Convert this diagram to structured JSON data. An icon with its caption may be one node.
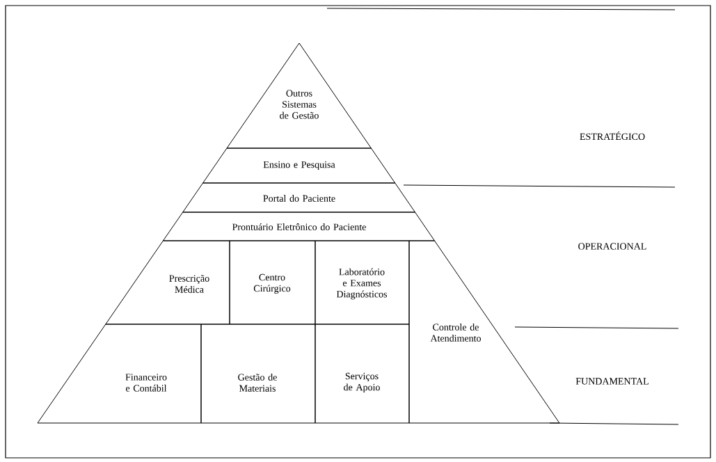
{
  "diagram": {
    "nodes": [
      {
        "text": [
          "Outros Sistemas de Gestão"
        ]
      },
      {
        "text": [
          "Ensino e Pesquisa"
        ]
      },
      {
        "text": [
          "Portal do Paciente"
        ]
      },
      {
        "text": [
          "Prontuário Eletrônico do Paciente"
        ]
      },
      {
        "text": [
          "Prescrição Médica"
        ]
      },
      {
        "text": [
          "Centro Cirúrgico"
        ]
      },
      {
        "text": [
          "Laboratório e Exames Diagnósticos"
        ]
      },
      {
        "text": [
          "Controle de Atendimento"
        ]
      },
      {
        "text": [
          "Financeiro e Contábil"
        ]
      },
      {
        "text": [
          "Gestão de Materiais"
        ]
      },
      {
        "text": [
          "Serviços de Apoio"
        ]
      }
    ],
    "labels": [
      "ESTRATÉGICO",
      "OPERACIONAL",
      "FUNDAMENTAL"
    ]
  }
}
